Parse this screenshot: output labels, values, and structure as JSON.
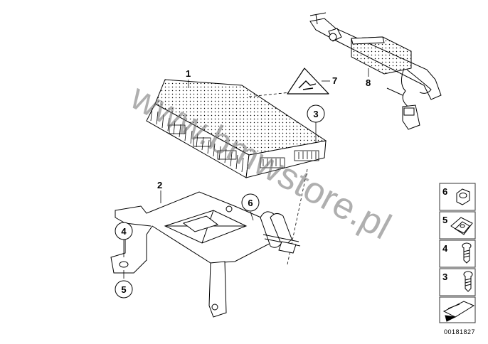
{
  "watermark": "www.bmwstore.pl",
  "drawing_number": "00181827",
  "callouts": {
    "c1": "1",
    "c2": "2",
    "c3": "3",
    "c4": "4",
    "c5": "5",
    "c6": "6",
    "c7": "7",
    "c8": "8"
  },
  "legend": {
    "l6": "6",
    "l5": "5",
    "l4": "4",
    "l3": "3"
  },
  "colors": {
    "line": "#000000",
    "watermark": "#6e6e6e",
    "legend_border": "#333333"
  }
}
